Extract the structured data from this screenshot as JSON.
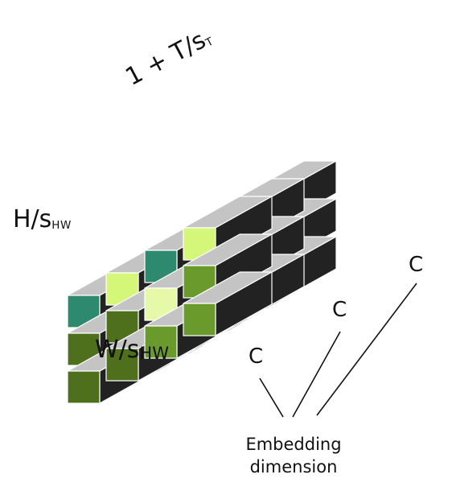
{
  "labels": {
    "temporal": {
      "base": "1 + T/s",
      "sub": "T"
    },
    "height": {
      "base": "H/s",
      "sub": "HW"
    },
    "width": {
      "base": "W/s",
      "sub": "HW"
    },
    "channel": "C",
    "embedding_line1": "Embedding",
    "embedding_line2": "dimension"
  },
  "colors": {
    "top": "#c4c4c4",
    "side": "#222222",
    "edge": "#ffffff",
    "tokens": [
      "#2e8a6e",
      "#e6f9a8",
      "#d5f779",
      "#b6e85a",
      "#8ec23f",
      "#6a9a2c",
      "#4e6f1c"
    ]
  }
}
